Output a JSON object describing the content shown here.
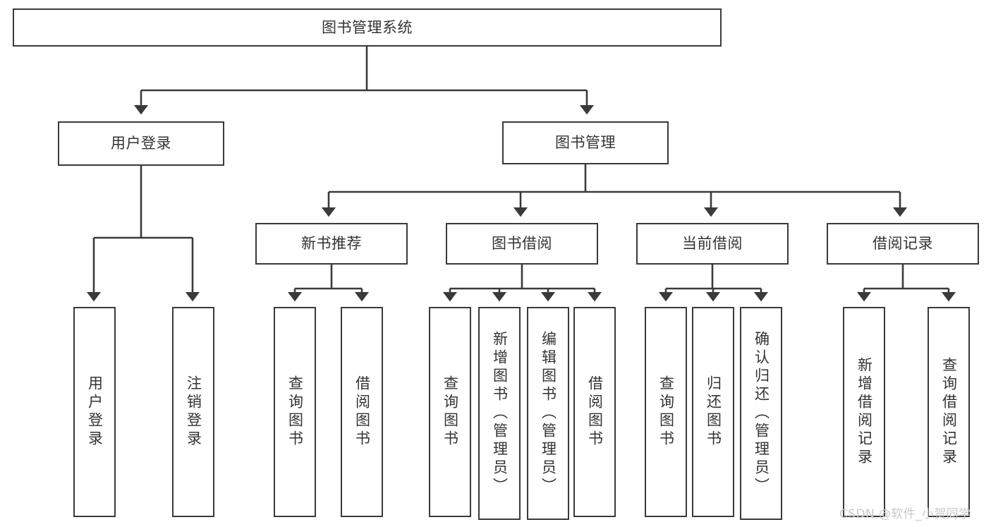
{
  "diagram": {
    "type": "tree-hierarchy",
    "title": "图书管理系统",
    "colors": {
      "box_border": "#3a3a3a",
      "box_fill": "#ffffff",
      "line": "#3a3a3a",
      "text": "#333333",
      "background": "#ffffff",
      "watermark": "#c9c9c9"
    },
    "nodes": {
      "root": {
        "label": "图书管理系统",
        "level": 0
      },
      "l1": [
        {
          "id": "user_login",
          "label": "用户登录",
          "level": 1
        },
        {
          "id": "book_mgmt",
          "label": "图书管理",
          "level": 1
        }
      ],
      "l2": [
        {
          "id": "new_book_rec",
          "label": "新书推荐",
          "parent": "book_mgmt",
          "level": 2
        },
        {
          "id": "book_borrow",
          "label": "图书借阅",
          "parent": "book_mgmt",
          "level": 2
        },
        {
          "id": "current_borrow",
          "label": "当前借阅",
          "parent": "book_mgmt",
          "level": 2
        },
        {
          "id": "borrow_record",
          "label": "借阅记录",
          "parent": "book_mgmt",
          "level": 2
        }
      ],
      "leaves": [
        {
          "id": "leaf_user_login",
          "label": "用户登录",
          "parent": "user_login",
          "level": 2
        },
        {
          "id": "leaf_logout",
          "label": "注销登录",
          "parent": "user_login",
          "level": 2
        },
        {
          "id": "leaf_query_book_1",
          "label": "查询图书",
          "parent": "new_book_rec",
          "level": 3
        },
        {
          "id": "leaf_borrow_book_1",
          "label": "借阅图书",
          "parent": "new_book_rec",
          "level": 3
        },
        {
          "id": "leaf_query_book_2",
          "label": "查询图书",
          "parent": "book_borrow",
          "level": 3
        },
        {
          "id": "leaf_add_book",
          "label": "新增图书（管理员）",
          "parent": "book_borrow",
          "level": 3
        },
        {
          "id": "leaf_edit_book",
          "label": "编辑图书（管理员）",
          "parent": "book_borrow",
          "level": 3
        },
        {
          "id": "leaf_borrow_book_2",
          "label": "借阅图书",
          "parent": "book_borrow",
          "level": 3
        },
        {
          "id": "leaf_query_book_3",
          "label": "查询图书",
          "parent": "current_borrow",
          "level": 3
        },
        {
          "id": "leaf_return_book",
          "label": "归还图书",
          "parent": "current_borrow",
          "level": 3
        },
        {
          "id": "leaf_confirm_return",
          "label": "确认归还（管理员）",
          "parent": "current_borrow",
          "level": 3
        },
        {
          "id": "leaf_add_record",
          "label": "新增借阅记录",
          "parent": "borrow_record",
          "level": 3
        },
        {
          "id": "leaf_query_record",
          "label": "查询借阅记录",
          "parent": "borrow_record",
          "level": 3
        }
      ]
    }
  },
  "watermark": {
    "text": "CSDN @软件_小贺同学"
  }
}
